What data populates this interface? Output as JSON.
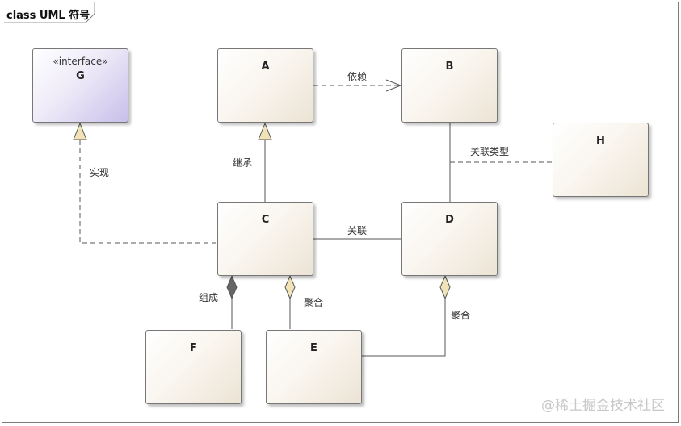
{
  "diagram": {
    "title": "class UML 符号"
  },
  "classes": {
    "G": {
      "stereotype": "«interface»",
      "name": "G"
    },
    "A": {
      "name": "A"
    },
    "B": {
      "name": "B"
    },
    "H": {
      "name": "H"
    },
    "C": {
      "name": "C"
    },
    "D": {
      "name": "D"
    },
    "F": {
      "name": "F"
    },
    "E": {
      "name": "E"
    }
  },
  "relations": {
    "dependency": "依赖",
    "association_type": "关联类型",
    "realization": "实现",
    "inheritance": "继承",
    "association": "关联",
    "composition": "组成",
    "aggregation_ce": "聚合",
    "aggregation_de": "聚合"
  },
  "watermark": "@稀土掘金技术社区",
  "colors": {
    "class_fill": "#f3ede3",
    "interface_fill": "#d9d1f0",
    "border": "#777777"
  }
}
